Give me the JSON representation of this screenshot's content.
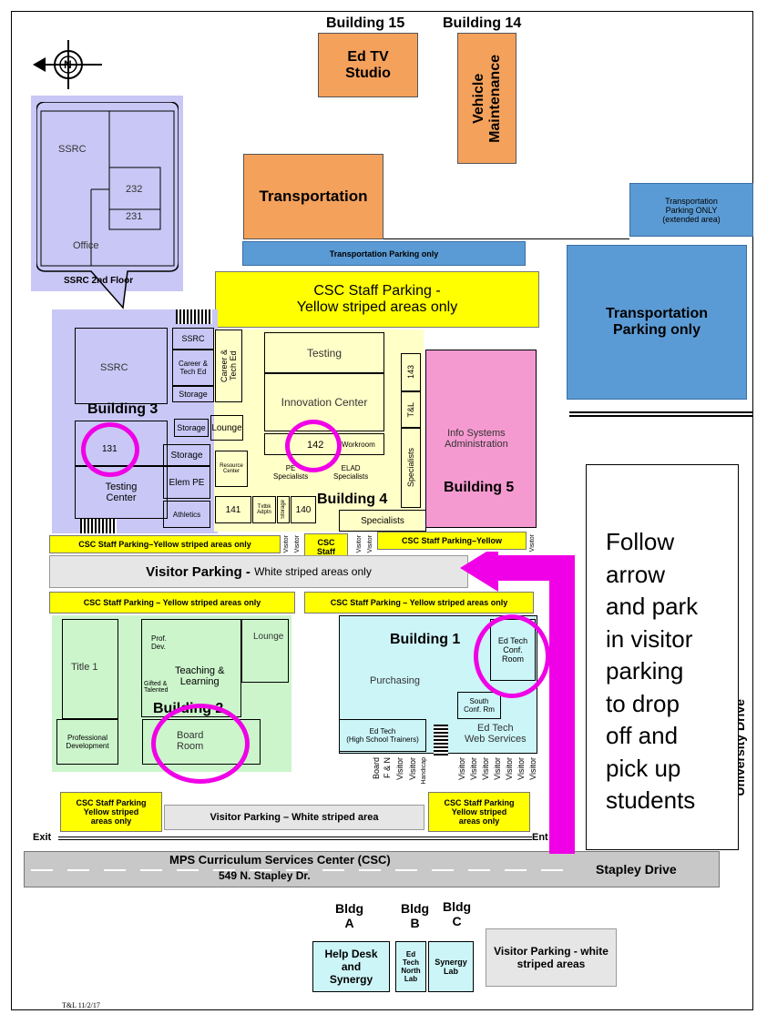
{
  "top_buildings": {
    "bldg15": "Building 15",
    "bldg14": "Building 14",
    "ed_tv": "Ed TV\nStudio",
    "vehicle": "Vehicle\nMaintenance",
    "transportation": "Transportation",
    "trans_parking_strip": "Transportation Parking only",
    "trans_parking_ext": "Transportation\nParking ONLY\n(extended area)",
    "trans_parking_big": "Transportation\nParking only"
  },
  "ssrc_inset": {
    "ssrc": "SSRC",
    "r232": "232",
    "r231": "231",
    "office": "Office",
    "caption": "SSRC 2nd Floor"
  },
  "csc_staff_top": "CSC Staff Parking -\nYellow striped areas only",
  "building3": {
    "ssrc": "SSRC",
    "name": "Building 3",
    "room131": "131",
    "testing_center": "Testing\nCenter",
    "ssrc_small": "SSRC",
    "career": "Career &\nTech Ed",
    "storage1": "Storage",
    "storage2": "Storage",
    "storage3": "Storage",
    "elem_pe": "Elem PE",
    "athletics": "Athletics"
  },
  "building4": {
    "career_tech": "Career &\nTech Ed",
    "testing": "Testing",
    "innovation": "Innovation Center",
    "lounge": "Lounge",
    "resource": "Resource\nCenter",
    "room142": "142",
    "workroom": "Workroom",
    "pe_spec": "PE\nSpecialists",
    "elad": "ELAD\nSpecialists",
    "r143": "143",
    "tl": "T&L",
    "specialists_v": "Specialists",
    "r141": "141",
    "txtbk": "Txtbk\nAdptn",
    "storage": "Storage",
    "r140": "140",
    "name": "Building 4",
    "specialists": "Specialists"
  },
  "building5": {
    "info": "Info Systems\nAdministration",
    "name": "Building 5"
  },
  "parking_row1": {
    "left": "CSC Staff Parking–Yellow striped areas only",
    "visitor_a": "Visitor",
    "visitor_b": "Visitor",
    "csc_staff": "CSC\nStaff",
    "visitor_c": "Visitor",
    "visitor_d": "Visitor",
    "right": "CSC Staff Parking–Yellow",
    "visitor_e": "Visitor"
  },
  "visitor_parking_main": "Visitor Parking - ",
  "visitor_parking_main_sub": "White striped areas only",
  "parking_row2": {
    "left": "CSC Staff Parking – Yellow striped areas only",
    "right": "CSC Staff Parking – Yellow striped areas only"
  },
  "building2": {
    "title1": "Title 1",
    "prof_dev": "Prof.\nDev.",
    "teaching": "Teaching &\nLearning",
    "lounge": "Lounge",
    "gifted": "Gifted &\nTalented",
    "name": "Building 2",
    "professional": "Professional\nDevelopment",
    "board": "Board\nRoom"
  },
  "building1": {
    "name": "Building 1",
    "purchasing": "Purchasing",
    "ed_tech_conf": "Ed Tech\nConf.\nRoom",
    "south_conf": "South\nConf. Rm",
    "ed_tech_hs": "Ed Tech\n(High School Trainers)",
    "ed_tech_web": "Ed Tech\nWeb Services"
  },
  "bottom_labels": {
    "board": "Board",
    "fn": "F & N",
    "visitor1": "Visitor",
    "visitor2": "Visitor",
    "handicap": "Handicap",
    "visitors": [
      "Visitor",
      "Visitor",
      "Visitor",
      "Visitor",
      "Visitor",
      "Visitor",
      "Visitor"
    ]
  },
  "bottom_parking": {
    "left": "CSC Staff Parking\nYellow striped\nareas only",
    "middle": "Visitor Parking – White striped area",
    "right": "CSC Staff Parking\nYellow striped\nareas only",
    "exit": "Exit",
    "entrance": "Ent"
  },
  "road": {
    "csc": "MPS Curriculum Services Center (CSC)",
    "address": "549 N. Stapley Dr.",
    "stapley": "Stapley Drive",
    "university": "University Drive"
  },
  "instructions": "Follow\narrow\nand park\nin visitor\nparking\nto drop\noff and\npick up\nstudents",
  "bldg_abc": {
    "a": "Bldg\nA",
    "b": "Bldg\nB",
    "c": "Bldg\nC",
    "help_desk": "Help Desk\nand\nSynergy",
    "ed_tech_north": "Ed\nTech\nNorth\nLab",
    "synergy_lab": "Synergy\nLab",
    "visitor_white": "Visitor Parking - white\nstriped areas"
  },
  "footer_note": "T&L 11/2/17",
  "compass": "N",
  "colors": {
    "orange": "#f4a15c",
    "blue": "#5b9bd5",
    "yellow": "#ffff00",
    "magenta": "#f000e6",
    "lavender": "#c9c7f5",
    "pink": "#f59ad0",
    "green": "#ccf5cc",
    "cyan": "#ccf5f8"
  }
}
